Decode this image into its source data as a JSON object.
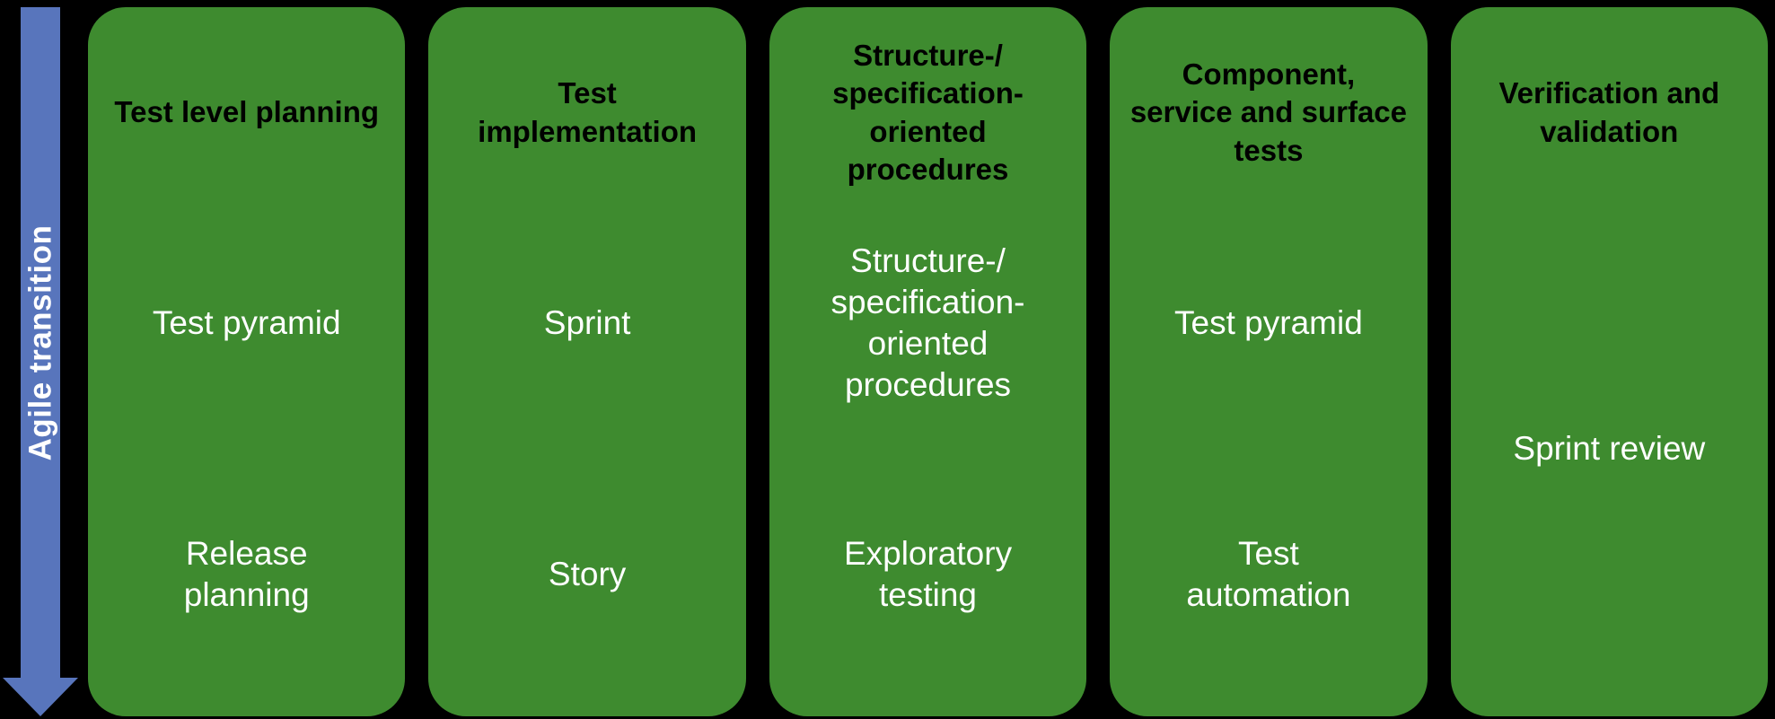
{
  "arrow": {
    "label": "Agile transition"
  },
  "columns": [
    {
      "header": "Test level planning",
      "middle": "Test pyramid",
      "bottom": "Release\nplanning"
    },
    {
      "header": "Test\nimplementation",
      "middle": "Sprint",
      "bottom": "Story"
    },
    {
      "header": "Structure-/\nspecification-\noriented\nprocedures",
      "middle": "Structure-/\nspecification-\noriented\nprocedures",
      "bottom": "Exploratory\ntesting"
    },
    {
      "header": "Component,\nservice and surface\ntests",
      "middle": "Test pyramid",
      "bottom": "Test\nautomation"
    },
    {
      "header": "Verification and\nvalidation",
      "middle": "Sprint review"
    }
  ],
  "colors": {
    "stage_green": "#3E8B2F",
    "arrow_blue": "#5875BC",
    "background": "#000000",
    "header_text": "#000000",
    "body_text": "#FFFFFF"
  }
}
